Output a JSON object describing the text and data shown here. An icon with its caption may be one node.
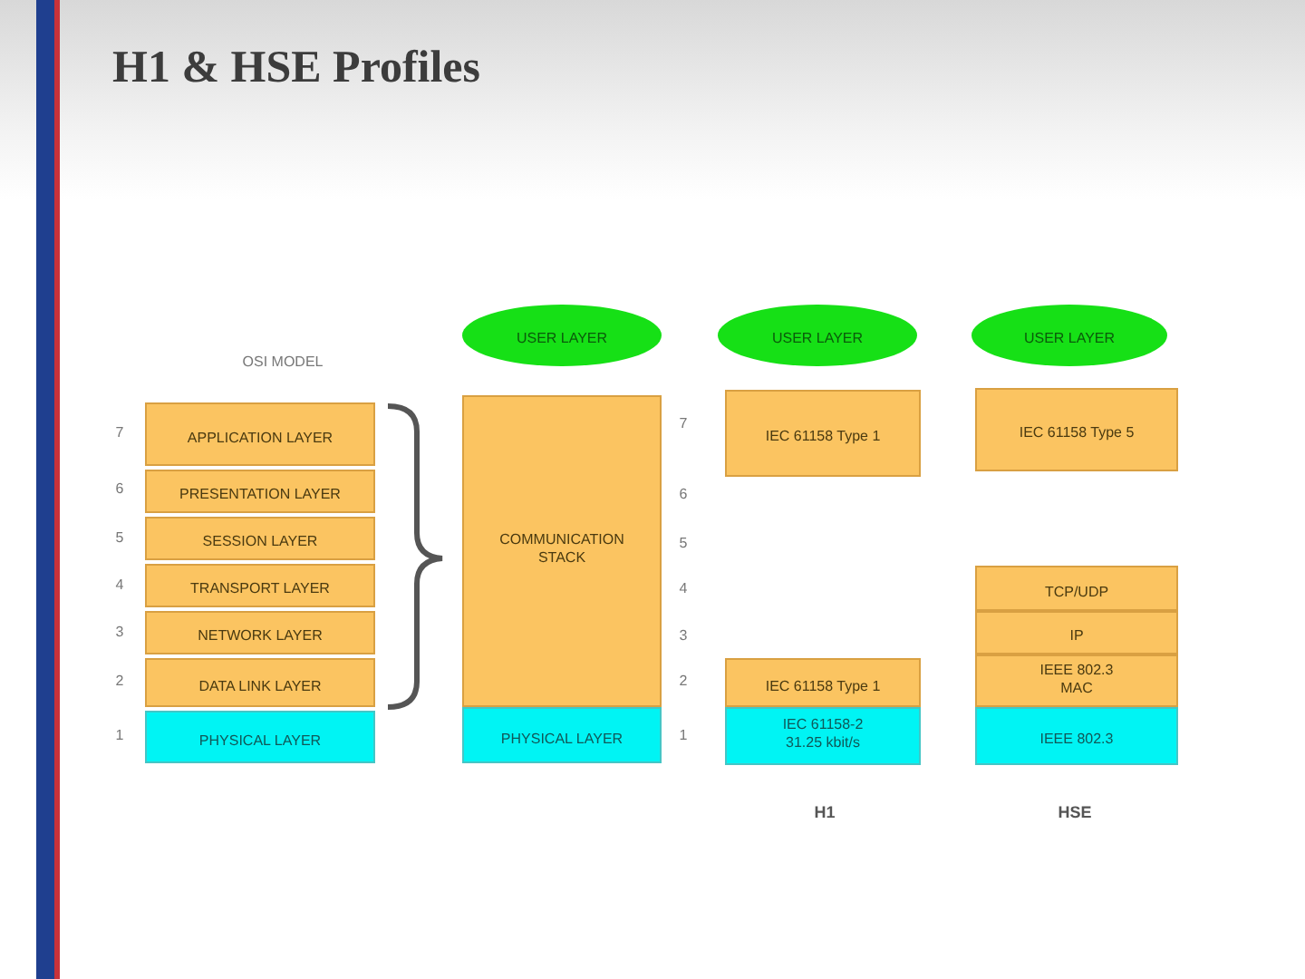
{
  "diagram": {
    "title": "H1 & HSE Profiles",
    "nodes": [
      {
        "text": [
          "APPLICATION LAYER"
        ]
      },
      {
        "text": [
          "PRESENTATION LAYER"
        ]
      },
      {
        "text": [
          "SESSION LAYER"
        ]
      },
      {
        "text": [
          "TRANSPORT LAYER"
        ]
      },
      {
        "text": [
          "NETWORK LAYER"
        ]
      },
      {
        "text": [
          "DATA LINK LAYER"
        ]
      },
      {
        "text": [
          "PHYSICAL LAYER"
        ]
      },
      {
        "text": [
          "USER LAYER"
        ]
      },
      {
        "text": [
          "COMMUNICATION STACK"
        ]
      },
      {
        "text": [
          "PHYSICAL LAYER"
        ]
      },
      {
        "text": [
          "USER LAYER"
        ]
      },
      {
        "text": [
          "IEC 61158 Type 1"
        ]
      },
      {
        "text": [
          "IEC 61158 Type 1"
        ]
      },
      {
        "text": [
          "IEC 61158-2 31.25 kbit/s"
        ]
      },
      {
        "text": [
          "USER LAYER"
        ]
      },
      {
        "text": [
          "IEC 61158 Type 5"
        ]
      },
      {
        "text": [
          "TCP/UDP"
        ]
      },
      {
        "text": [
          "IP"
        ]
      },
      {
        "text": [
          "IEEE 802.3 MAC"
        ]
      },
      {
        "text": [
          "IEEE 802.3"
        ]
      }
    ],
    "labels": [
      "OSI MODEL",
      "7",
      "6",
      "5",
      "4",
      "3",
      "2",
      "1",
      "7",
      "6",
      "5",
      "4",
      "3",
      "2",
      "1",
      "H1",
      "HSE"
    ]
  }
}
